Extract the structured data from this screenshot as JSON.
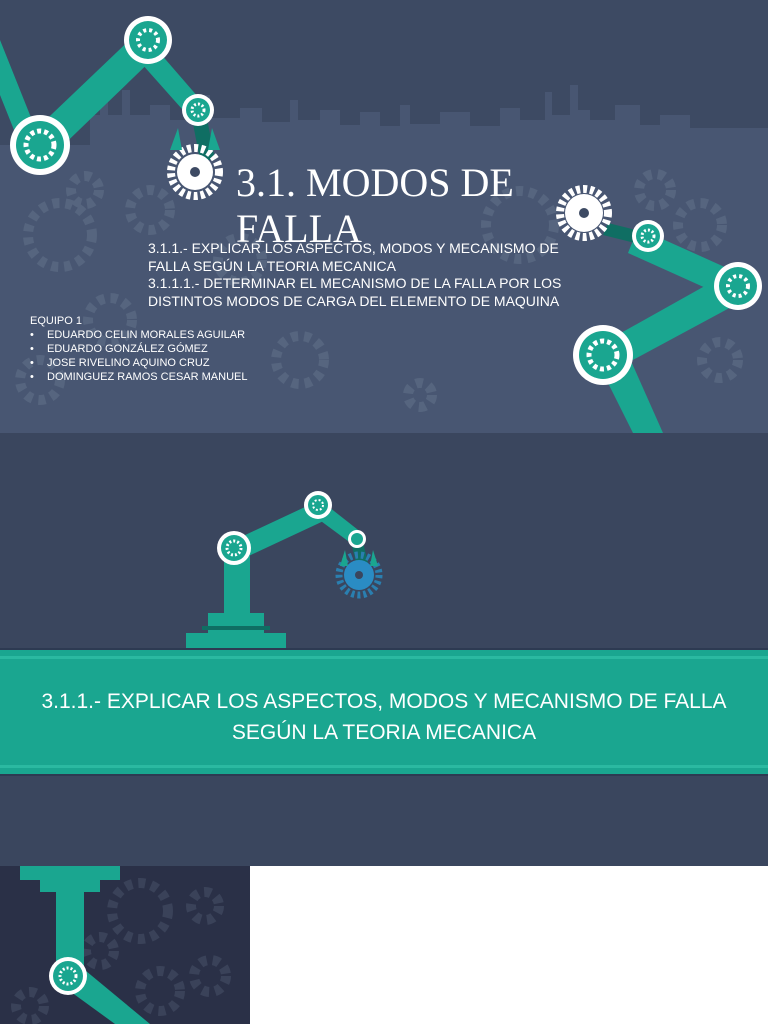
{
  "slide1": {
    "title": "3.1. MODOS DE FALLA",
    "subtitle_lines": [
      "3.1.1.- EXPLICAR LOS ASPECTOS, MODOS Y MECANISMO DE",
      "FALLA  SEGÚN LA TEORIA MECANICA",
      "3.1.1.1.- DETERMINAR EL MECANISMO DE LA FALLA POR LOS",
      "DISTINTOS MODOS DE CARGA DEL ELEMENTO DE MAQUINA"
    ],
    "team_heading": "EQUIPO 1",
    "team_members": [
      "EDUARDO CELIN MORALES AGUILAR",
      "EDUARDO GONZÁLEZ GÓMEZ",
      "JOSE RIVELINO AQUINO CRUZ",
      "DOMINGUEZ RAMOS CESAR MANUEL"
    ]
  },
  "slide2": {
    "banner_text": "3.1.1.- EXPLICAR LOS ASPECTOS, MODOS Y MECANISMO DE FALLA SEGÚN LA TEORIA MECANICA"
  },
  "colors": {
    "slide_bg": "#3d4a63",
    "accent_teal": "#1aa690",
    "dark_teal": "#0f6e63",
    "text": "#ffffff"
  }
}
